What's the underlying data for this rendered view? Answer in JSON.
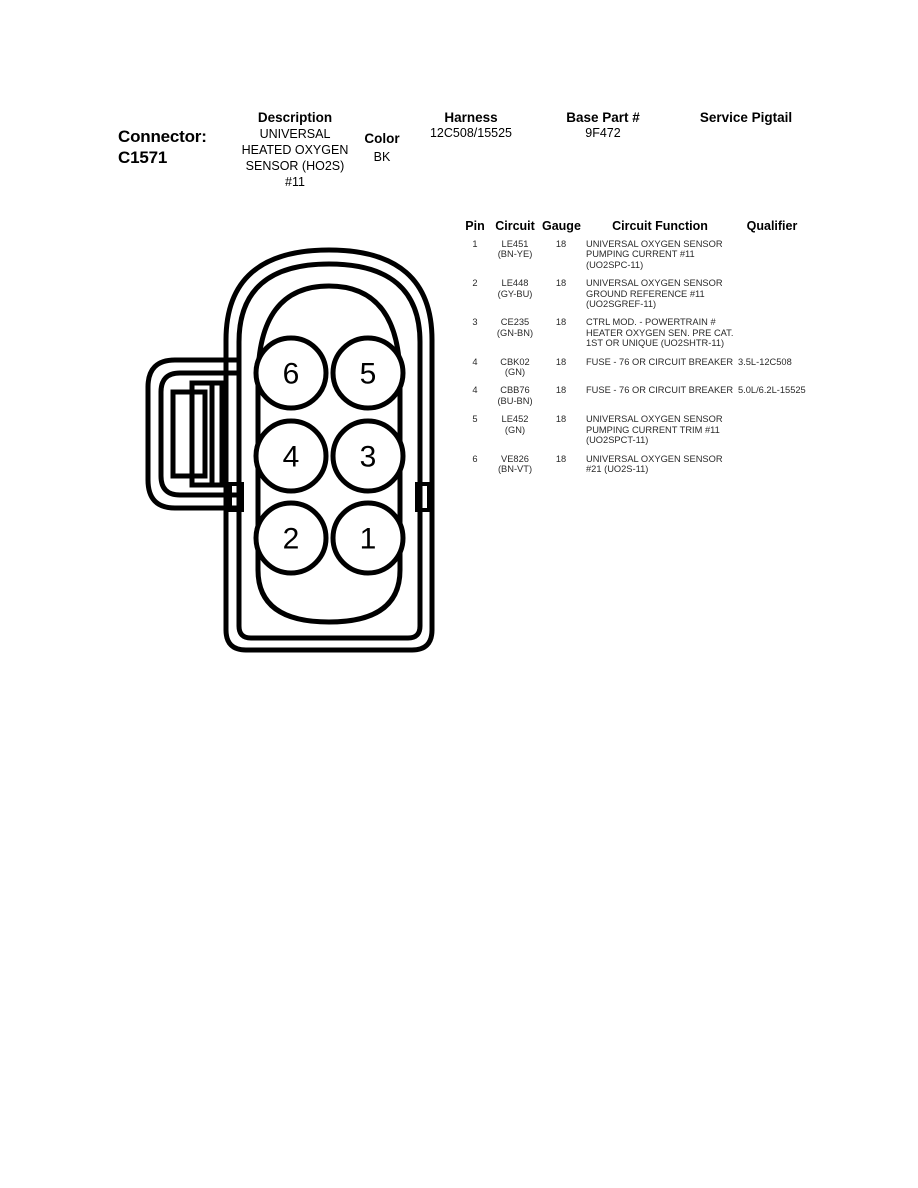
{
  "header": {
    "connector_label": "Connector:",
    "connector_id": "C1571",
    "description_title": "Description",
    "description_value": "UNIVERSAL HEATED OXYGEN SENSOR (HO2S) #11",
    "color_title": "Color",
    "color_value": "BK",
    "harness_title": "Harness",
    "harness_value": "12C508/15525",
    "base_part_title": "Base Part #",
    "base_part_value": "9F472",
    "service_pigtail_title": "Service Pigtail",
    "service_pigtail_value": ""
  },
  "pin_table": {
    "columns": [
      "Pin",
      "Circuit",
      "Gauge",
      "Circuit Function",
      "Qualifier"
    ],
    "rows": [
      {
        "pin": "1",
        "circuit_code": "LE451",
        "circuit_color": "(BN-YE)",
        "gauge": "18",
        "function": "UNIVERSAL OXYGEN SENSOR PUMPING CURRENT #11 (UO2SPC-11)",
        "qualifier": ""
      },
      {
        "pin": "2",
        "circuit_code": "LE448",
        "circuit_color": "(GY-BU)",
        "gauge": "18",
        "function": "UNIVERSAL OXYGEN SENSOR GROUND REFERENCE #11 (UO2SGREF-11)",
        "qualifier": ""
      },
      {
        "pin": "3",
        "circuit_code": "CE235",
        "circuit_color": "(GN-BN)",
        "gauge": "18",
        "function": "CTRL MOD. - POWERTRAIN # HEATER OXYGEN SEN. PRE CAT. 1ST OR UNIQUE (UO2SHTR-11)",
        "qualifier": ""
      },
      {
        "pin": "4",
        "circuit_code": "CBK02",
        "circuit_color": "(GN)",
        "gauge": "18",
        "function": "FUSE - 76 OR CIRCUIT BREAKER",
        "qualifier": "3.5L-12C508"
      },
      {
        "pin": "4",
        "circuit_code": "CBB76",
        "circuit_color": "(BU-BN)",
        "gauge": "18",
        "function": "FUSE - 76 OR CIRCUIT BREAKER",
        "qualifier": "5.0L/6.2L-15525"
      },
      {
        "pin": "5",
        "circuit_code": "LE452",
        "circuit_color": "(GN)",
        "gauge": "18",
        "function": "UNIVERSAL OXYGEN SENSOR PUMPING CURRENT TRIM #11 (UO2SPCT-11)",
        "qualifier": ""
      },
      {
        "pin": "6",
        "circuit_code": "VE826",
        "circuit_color": "(BN-VT)",
        "gauge": "18",
        "function": "UNIVERSAL OXYGEN SENSOR #21 (UO2S-11)",
        "qualifier": ""
      }
    ]
  },
  "connector_diagram": {
    "name": "six-way-connector-face-view",
    "pin_labels": [
      "6",
      "5",
      "4",
      "3",
      "2",
      "1"
    ],
    "line_color": "#000000",
    "fill_color": "#ffffff"
  }
}
